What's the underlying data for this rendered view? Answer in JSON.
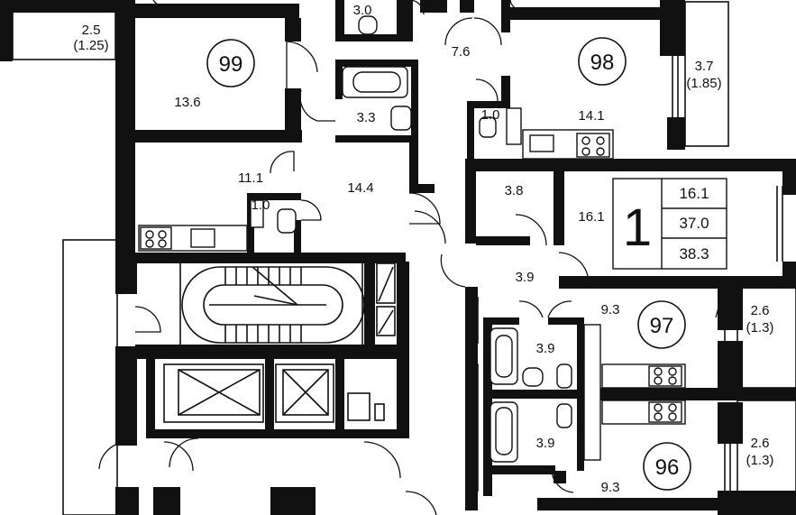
{
  "rooms": {
    "balcony_top_left": {
      "area": "2.5",
      "sub": "(1.25)"
    },
    "wc_top": "3.0",
    "hall_top": "7.6",
    "room_99": "13.6",
    "bath_top": "3.3",
    "room_98": "14.1",
    "wc_98": "1.0",
    "balcony_98": {
      "area": "3.7",
      "sub": "(1.85)"
    },
    "kitchen_99": "11.1",
    "wc_99": "1.0",
    "hall_99": "14.4",
    "store": "3.8",
    "room_main": "16.1",
    "hall_mid": "3.9",
    "kitchen_97": "9.3",
    "bath_97": "3.9",
    "balcony_97": {
      "area": "2.6",
      "sub": "(1.3)"
    },
    "bath_96": "3.9",
    "kitchen_96": "9.3",
    "balcony_96": {
      "area": "2.6",
      "sub": "(1.3)"
    }
  },
  "apartments": [
    "99",
    "98",
    "97",
    "96"
  ],
  "highlight": {
    "rooms": "1",
    "living_area": "16.1",
    "total_area": "37.0",
    "total_with_balcony": "38.3"
  }
}
